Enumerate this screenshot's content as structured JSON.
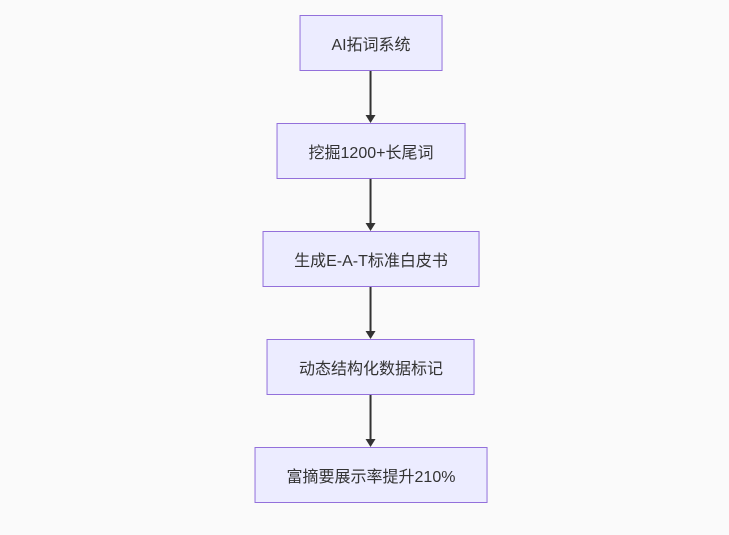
{
  "canvas": {
    "background_color": "#fafafa"
  },
  "flowchart": {
    "type": "flowchart",
    "direction": "top-down",
    "node_fill_color": "#ECECFF",
    "node_border_color": "#9370DB",
    "text_color": "#333333",
    "arrow_color": "#333333",
    "nodes": [
      {
        "label": "AI拓词系统"
      },
      {
        "label": "挖掘1200+长尾词"
      },
      {
        "label": "生成E-A-T标准白皮书"
      },
      {
        "label": "动态结构化数据标记"
      },
      {
        "label": "富摘要展示率提升210%"
      }
    ],
    "edges": [
      {
        "from": "AI拓词系统",
        "to": "挖掘1200+长尾词"
      },
      {
        "from": "挖掘1200+长尾词",
        "to": "生成E-A-T标准白皮书"
      },
      {
        "from": "生成E-A-T标准白皮书",
        "to": "动态结构化数据标记"
      },
      {
        "from": "动态结构化数据标记",
        "to": "富摘要展示率提升210%"
      }
    ]
  }
}
